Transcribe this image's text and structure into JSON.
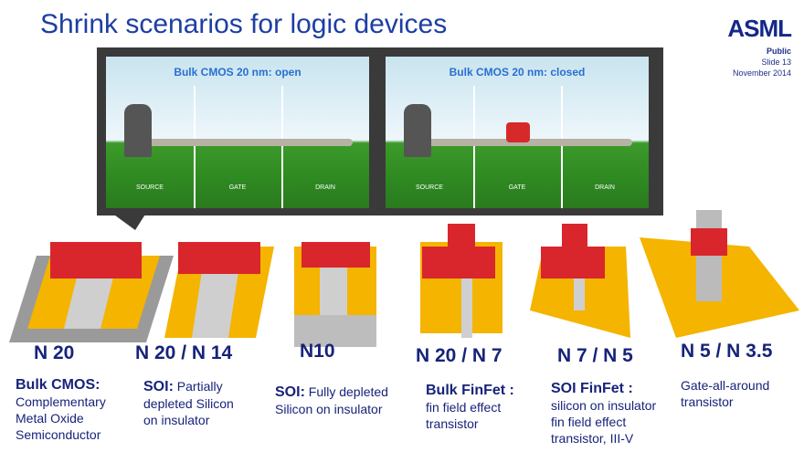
{
  "title": "Shrink scenarios for logic devices",
  "logo": "ASML",
  "meta": {
    "classification": "Public",
    "slide": "Slide 13",
    "date": "November 2014"
  },
  "panels": [
    {
      "title": "Bulk CMOS 20 nm: open",
      "labels": [
        "SOURCE",
        "GATE",
        "DRAIN"
      ]
    },
    {
      "title": "Bulk CMOS 20 nm: closed",
      "labels": [
        "SOURCE",
        "GATE",
        "DRAIN"
      ]
    }
  ],
  "devices": [
    {
      "node": "N 20",
      "bold": "Bulk CMOS:",
      "text": "Complementary Metal Oxide Semiconductor"
    },
    {
      "node": "N 20 / N 14",
      "bold": "SOI:",
      "text": " Partially depleted Silicon on insulator"
    },
    {
      "node": "N10",
      "bold": "SOI:",
      "text": " Fully depleted Silicon on insulator"
    },
    {
      "node": "N 20 / N 7",
      "bold": "Bulk FinFet :",
      "text": "fin field effect transistor"
    },
    {
      "node": "N 7 / N 5",
      "bold": "SOI FinFet :",
      "text": "silicon on insulator fin field effect transistor, III-V"
    },
    {
      "node": "N 5 / N 3.5",
      "bold": "",
      "text": "Gate-all-around transistor"
    }
  ]
}
